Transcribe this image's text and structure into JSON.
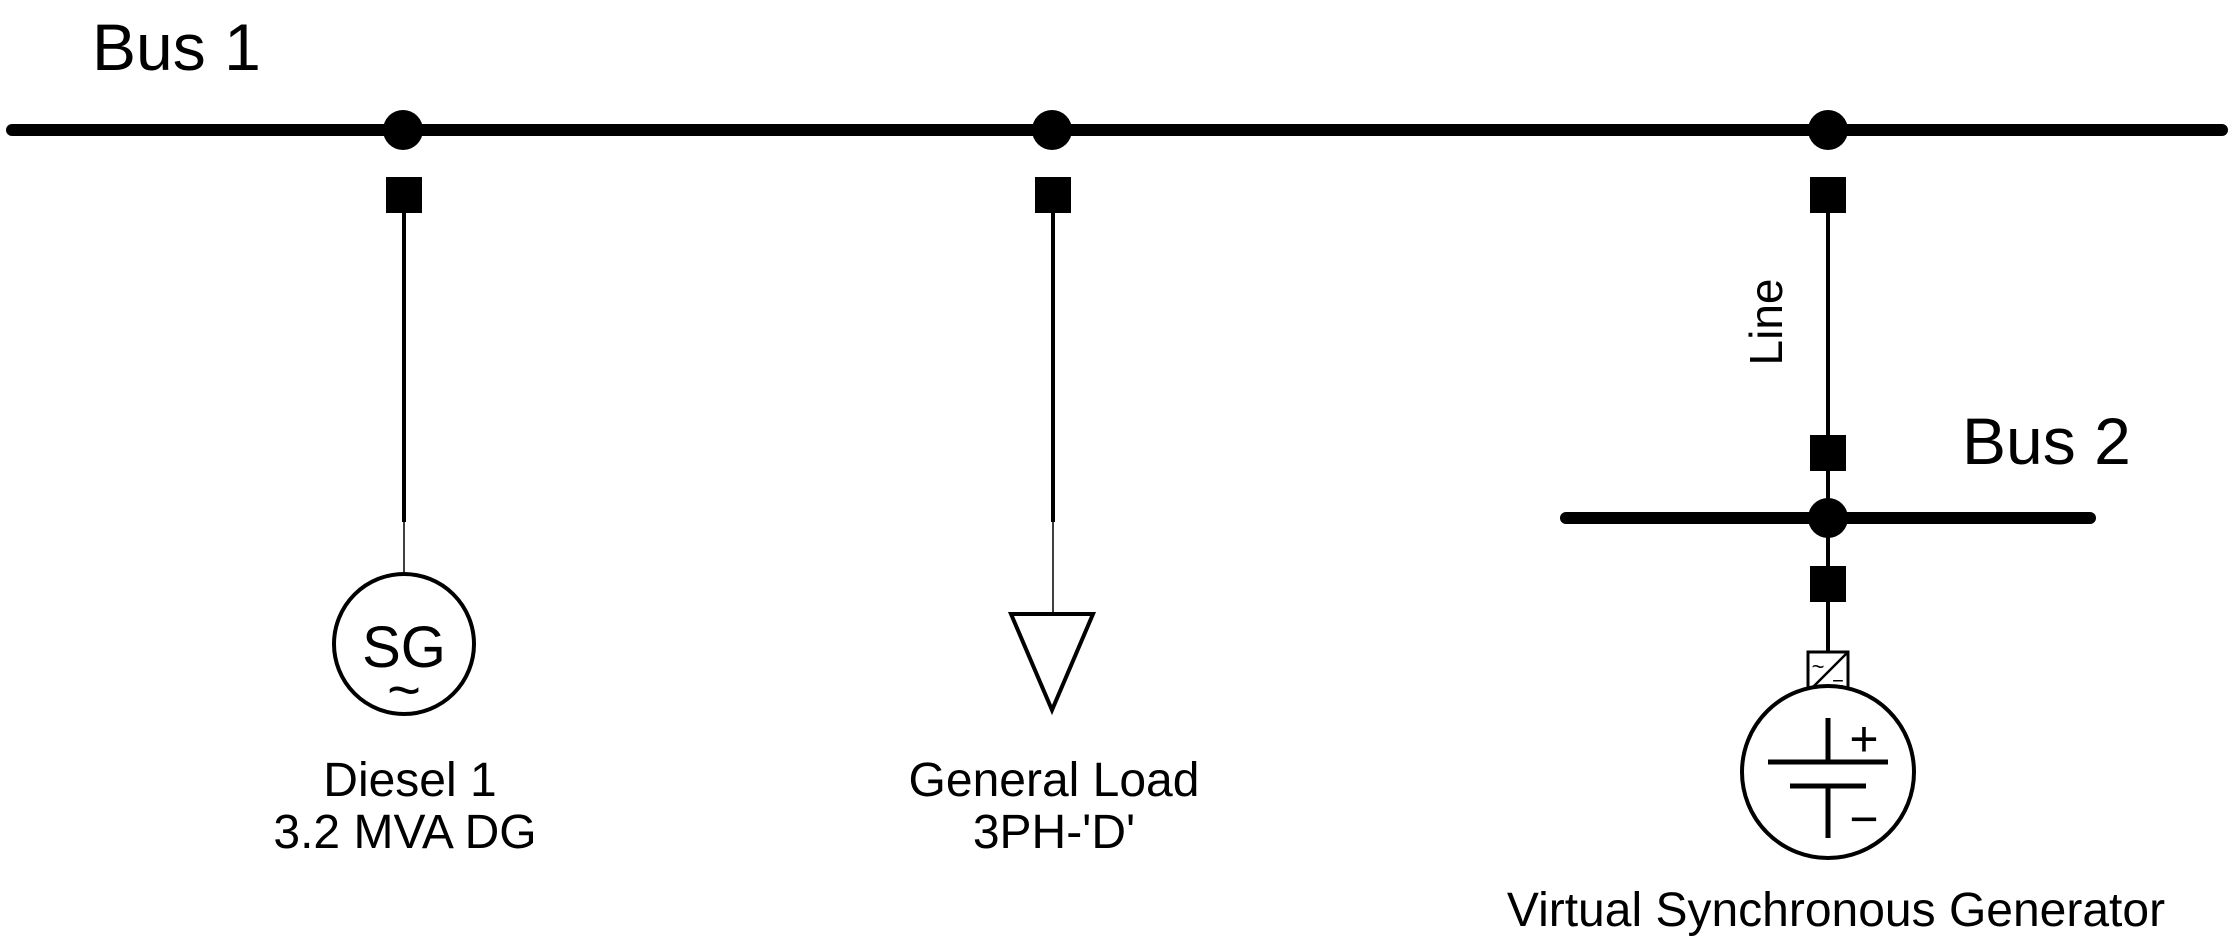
{
  "buses": {
    "bus1": {
      "label": "Bus 1"
    },
    "bus2": {
      "label": "Bus 2"
    }
  },
  "feeders": {
    "line": {
      "label": "Line"
    }
  },
  "components": {
    "diesel": {
      "symbol_text": "SG",
      "symbol_tilde": "~",
      "name": "Diesel 1",
      "rating": "3.2 MVA DG"
    },
    "load": {
      "name": "General Load",
      "rating": "3PH-'D'"
    },
    "vsg": {
      "name": "Virtual Synchronous Generator",
      "plus": "+",
      "minus": "−",
      "converter_ac": "~",
      "converter_dc": "="
    }
  },
  "colors": {
    "stroke": "#000000",
    "fill_node": "#000000",
    "background": "#ffffff"
  }
}
